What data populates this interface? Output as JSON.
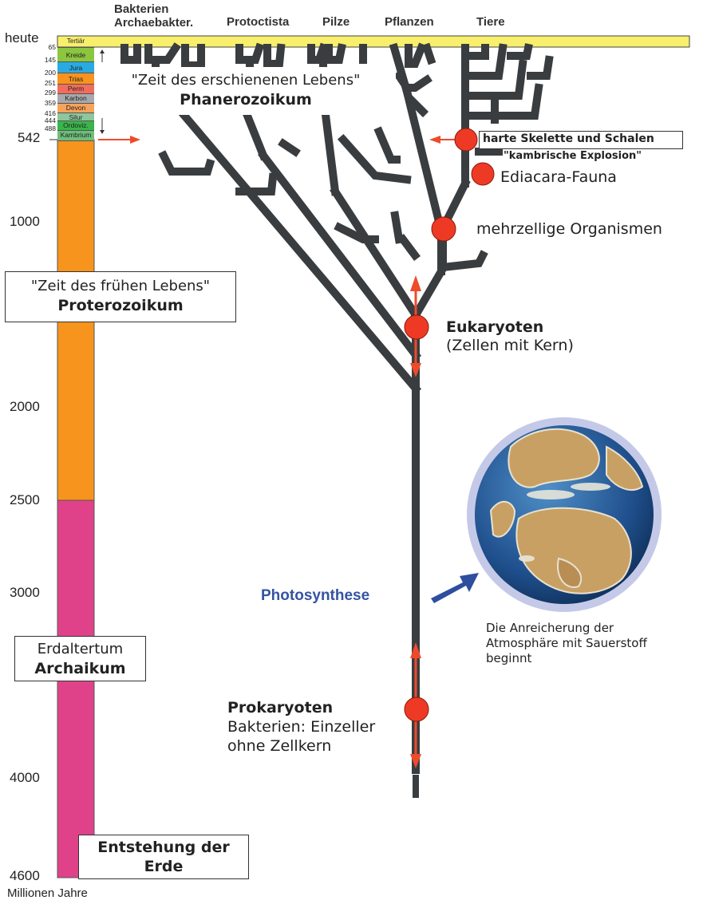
{
  "kingdoms": {
    "bacteria_line1": "Bakterien",
    "bacteria_line2": "Archaebakter.",
    "protoctista": "Protoctista",
    "fungi": "Pilze",
    "plants": "Pflanzen",
    "animals": "Tiere"
  },
  "timescale": {
    "top_label": "heute",
    "label_542": "542",
    "ticks": [
      "1000",
      "2000",
      "2500",
      "3000",
      "4000",
      "4600"
    ],
    "unit_label": "Millionen Jahre",
    "colors": {
      "proterozoic": "#F7941D",
      "archean": "#E0428A",
      "tertiary": "#F8EF6C"
    }
  },
  "periods": [
    {
      "name": "Tertiär",
      "start": "65",
      "color": "#F8EF6C"
    },
    {
      "name": "Kreide",
      "start": "145",
      "color": "#8CC63F"
    },
    {
      "name": "Jura",
      "start": "200",
      "color": "#29ABE2"
    },
    {
      "name": "Trias",
      "start": "251",
      "color": "#F7931E"
    },
    {
      "name": "Perm",
      "start": "299",
      "color": "#F26D5B"
    },
    {
      "name": "Karbon",
      "start": "359",
      "color": "#A7A9AC"
    },
    {
      "name": "Devon",
      "start": "416",
      "color": "#F7A35C"
    },
    {
      "name": "Silur",
      "start": "444",
      "color": "#8DC79B"
    },
    {
      "name": "Ordoviz.",
      "start": "488",
      "color": "#39B54A"
    },
    {
      "name": "Kambrium",
      "start": "",
      "color": "#6FBE7A"
    }
  ],
  "eras": {
    "phanerozoic_quote": "\"Zeit des erschienenen Lebens\"",
    "phanerozoic_name": "Phanerozoikum",
    "proterozoic_quote": "\"Zeit des frühen Lebens\"",
    "proterozoic_name": "Proterozoikum",
    "archean_line1": "Erdaltertum",
    "archean_name": "Archaikum",
    "origin_line1": "Entstehung der",
    "origin_line2": "Erde"
  },
  "events": {
    "skeletons": "harte Skelette und Schalen",
    "cambrian": "\"kambrische Explosion\"",
    "ediacara": "Ediacara-Fauna",
    "multicellular": "mehrzellige Organismen",
    "eukaryotes": "Eukaryoten",
    "eukaryotes_sub": "(Zellen mit Kern)",
    "photosynthesis": "Photosynthese",
    "oxygen_line1": "Die Anreicherung der",
    "oxygen_line2": "Atmosphäre mit Sauerstoff",
    "oxygen_line3": "beginnt",
    "prokaryotes": "Prokaryoten",
    "prokaryotes_sub1": "Bakterien: Einzeller",
    "prokaryotes_sub2": "ohne Zellkern"
  },
  "colors": {
    "tree": "#3A3D40",
    "event_dot": "#EE3A24",
    "arrow_red": "#EE4B2B",
    "arrow_blue": "#2E4EA0",
    "photosynthesis_text": "#3553A3"
  }
}
